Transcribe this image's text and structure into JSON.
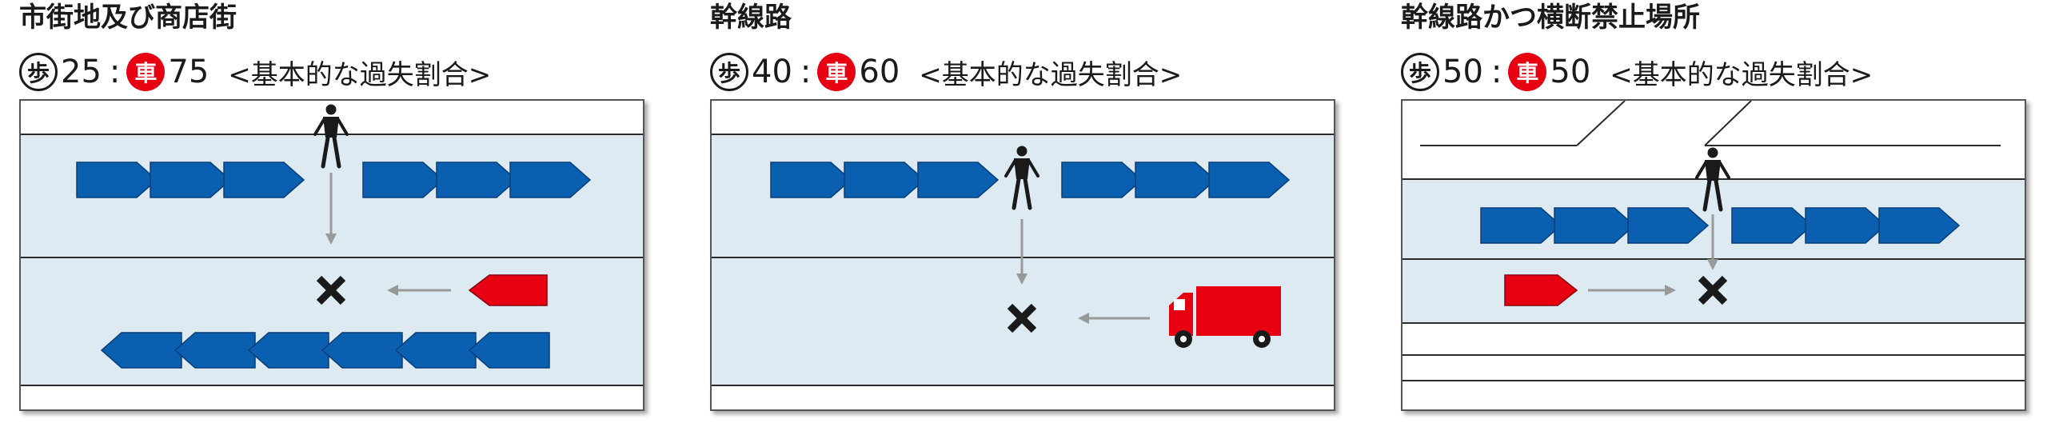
{
  "panels": [
    {
      "title": "市街地及び商店街",
      "ped_symbol": "歩",
      "car_symbol": "車",
      "ped_ratio": "25",
      "car_ratio": "75",
      "separator": ":",
      "note": "<基本的な過失割合>"
    },
    {
      "title": "幹線路",
      "ped_symbol": "歩",
      "car_symbol": "車",
      "ped_ratio": "40",
      "car_ratio": "60",
      "separator": ":",
      "note": "<基本的な過失割合>"
    },
    {
      "title": "幹線路かつ横断禁止場所",
      "ped_symbol": "歩",
      "car_symbol": "車",
      "ped_ratio": "50",
      "car_ratio": "50",
      "separator": ":",
      "note": "<基本的な過失割合>"
    }
  ],
  "colors": {
    "road": "#ddeaf1",
    "road_line": "#2b2b2b",
    "traffic_blue": "#0b5fb0",
    "collision_red": "#e60012",
    "path_arrow": "#999999",
    "marker": "#1a1a1a"
  },
  "icons": {
    "pedestrian": "pedestrian-icon",
    "collision": "collision-x-icon",
    "car": "car-icon",
    "truck": "truck-icon"
  }
}
